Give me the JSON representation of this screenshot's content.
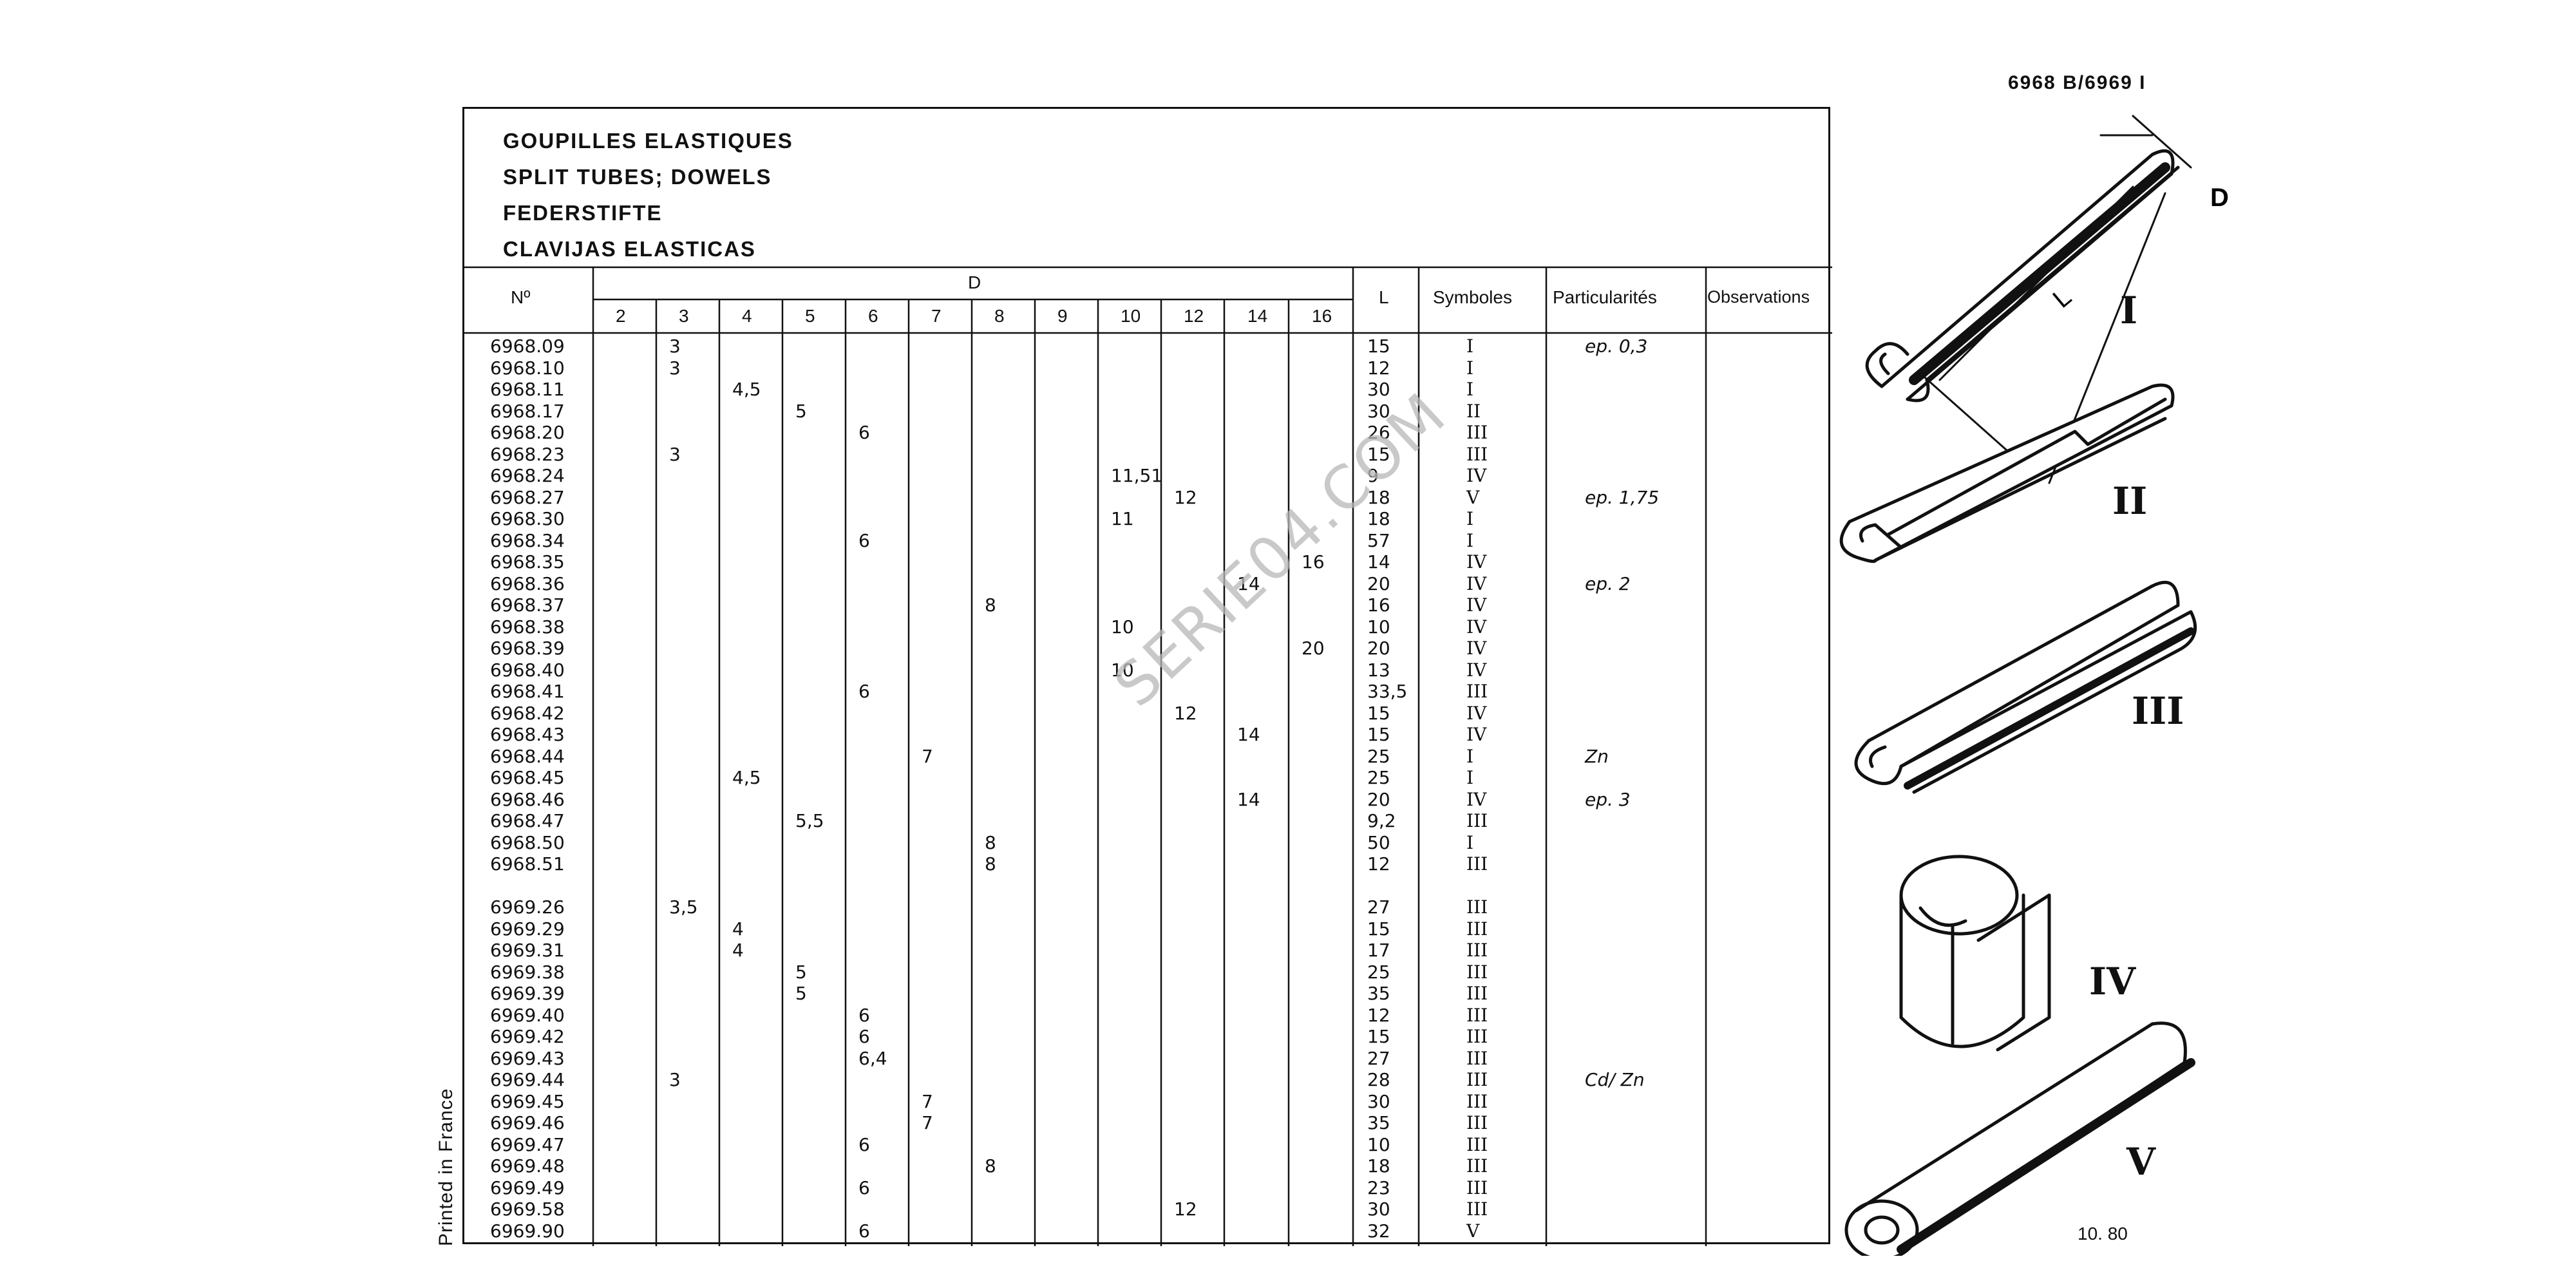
{
  "header_code": "6968 B/6969 I",
  "titles": [
    "GOUPILLES ELASTIQUES",
    "SPLIT TUBES; DOWELS",
    "FEDERSTIFTE",
    "CLAVIJAS ELASTICAS"
  ],
  "columns": {
    "no": "Nº",
    "d": "D",
    "d_sizes": [
      "2",
      "3",
      "4",
      "5",
      "6",
      "7",
      "8",
      "9",
      "10",
      "12",
      "14",
      "16"
    ],
    "l": "L",
    "symboles": "Symboles",
    "particularites": "Particularités",
    "observations": "Observations"
  },
  "rows": [
    {
      "no": "6968.09",
      "d": "3",
      "col": 1,
      "l": "15",
      "sym": "I",
      "part": "ep. 0,3"
    },
    {
      "no": "6968.10",
      "d": "3",
      "col": 1,
      "l": "12",
      "sym": "I",
      "part": ""
    },
    {
      "no": "6968.11",
      "d": "4,5",
      "col": 2,
      "l": "30",
      "sym": "I",
      "part": ""
    },
    {
      "no": "6968.17",
      "d": "5",
      "col": 3,
      "l": "30",
      "sym": "II",
      "part": ""
    },
    {
      "no": "6968.20",
      "d": "6",
      "col": 4,
      "l": "26",
      "sym": "III",
      "part": ""
    },
    {
      "no": "6968.23",
      "d": "3",
      "col": 1,
      "l": "15",
      "sym": "III",
      "part": ""
    },
    {
      "no": "6968.24",
      "d": "11,51",
      "col": 8,
      "l": "9",
      "sym": "IV",
      "part": ""
    },
    {
      "no": "6968.27",
      "d": "12",
      "col": 9,
      "l": "18",
      "sym": "V",
      "part": "ep. 1,75"
    },
    {
      "no": "6968.30",
      "d": "11",
      "col": 8,
      "l": "18",
      "sym": "I",
      "part": ""
    },
    {
      "no": "6968.34",
      "d": "6",
      "col": 4,
      "l": "57",
      "sym": "I",
      "part": ""
    },
    {
      "no": "6968.35",
      "d": "16",
      "col": 11,
      "l": "14",
      "sym": "IV",
      "part": ""
    },
    {
      "no": "6968.36",
      "d": "14",
      "col": 10,
      "l": "20",
      "sym": "IV",
      "part": "ep. 2"
    },
    {
      "no": "6968.37",
      "d": "8",
      "col": 6,
      "l": "16",
      "sym": "IV",
      "part": ""
    },
    {
      "no": "6968.38",
      "d": "10",
      "col": 8,
      "l": "10",
      "sym": "IV",
      "part": ""
    },
    {
      "no": "6968.39",
      "d": "20",
      "col": 11,
      "l": "20",
      "sym": "IV",
      "part": ""
    },
    {
      "no": "6968.40",
      "d": "10",
      "col": 8,
      "l": "13",
      "sym": "IV",
      "part": ""
    },
    {
      "no": "6968.41",
      "d": "6",
      "col": 4,
      "l": "33,5",
      "sym": "III",
      "part": ""
    },
    {
      "no": "6968.42",
      "d": "12",
      "col": 9,
      "l": "15",
      "sym": "IV",
      "part": ""
    },
    {
      "no": "6968.43",
      "d": "14",
      "col": 10,
      "l": "15",
      "sym": "IV",
      "part": ""
    },
    {
      "no": "6968.44",
      "d": "7",
      "col": 5,
      "l": "25",
      "sym": "I",
      "part": "Zn"
    },
    {
      "no": "6968.45",
      "d": "4,5",
      "col": 2,
      "l": "25",
      "sym": "I",
      "part": ""
    },
    {
      "no": "6968.46",
      "d": "14",
      "col": 10,
      "l": "20",
      "sym": "IV",
      "part": "ep. 3"
    },
    {
      "no": "6968.47",
      "d": "5,5",
      "col": 3,
      "l": "9,2",
      "sym": "III",
      "part": ""
    },
    {
      "no": "6968.50",
      "d": "8",
      "col": 6,
      "l": "50",
      "sym": "I",
      "part": ""
    },
    {
      "no": "6968.51",
      "d": "8",
      "col": 6,
      "l": "12",
      "sym": "III",
      "part": ""
    },
    {
      "no": "",
      "d": "",
      "col": 0,
      "l": "",
      "sym": "",
      "part": ""
    },
    {
      "no": "6969.26",
      "d": "3,5",
      "col": 1,
      "l": "27",
      "sym": "III",
      "part": ""
    },
    {
      "no": "6969.29",
      "d": "4",
      "col": 2,
      "l": "15",
      "sym": "III",
      "part": ""
    },
    {
      "no": "6969.31",
      "d": "4",
      "col": 2,
      "l": "17",
      "sym": "III",
      "part": ""
    },
    {
      "no": "6969.38",
      "d": "5",
      "col": 3,
      "l": "25",
      "sym": "III",
      "part": ""
    },
    {
      "no": "6969.39",
      "d": "5",
      "col": 3,
      "l": "35",
      "sym": "III",
      "part": ""
    },
    {
      "no": "6969.40",
      "d": "6",
      "col": 4,
      "l": "12",
      "sym": "III",
      "part": ""
    },
    {
      "no": "6969.42",
      "d": "6",
      "col": 4,
      "l": "15",
      "sym": "III",
      "part": ""
    },
    {
      "no": "6969.43",
      "d": "6,4",
      "col": 4,
      "l": "27",
      "sym": "III",
      "part": ""
    },
    {
      "no": "6969.44",
      "d": "3",
      "col": 1,
      "l": "28",
      "sym": "III",
      "part": "Cd/ Zn"
    },
    {
      "no": "6969.45",
      "d": "7",
      "col": 5,
      "l": "30",
      "sym": "III",
      "part": ""
    },
    {
      "no": "6969.46",
      "d": "7",
      "col": 5,
      "l": "35",
      "sym": "III",
      "part": ""
    },
    {
      "no": "6969.47",
      "d": "6",
      "col": 4,
      "l": "10",
      "sym": "III",
      "part": ""
    },
    {
      "no": "6969.48",
      "d": "8",
      "col": 6,
      "l": "18",
      "sym": "III",
      "part": ""
    },
    {
      "no": "6969.49",
      "d": "6",
      "col": 4,
      "l": "23",
      "sym": "III",
      "part": ""
    },
    {
      "no": "6969.58",
      "d": "12",
      "col": 9,
      "l": "30",
      "sym": "III",
      "part": ""
    },
    {
      "no": "6969.90",
      "d": "6",
      "col": 4,
      "l": "32",
      "sym": "V",
      "part": ""
    }
  ],
  "figures": {
    "labels": [
      "I",
      "II",
      "III",
      "IV",
      "V"
    ],
    "dim_d": "D",
    "dim_l": "L"
  },
  "watermark": "SERIE04.COM",
  "printed_in": "Printed in France",
  "date_code": "10. 80"
}
